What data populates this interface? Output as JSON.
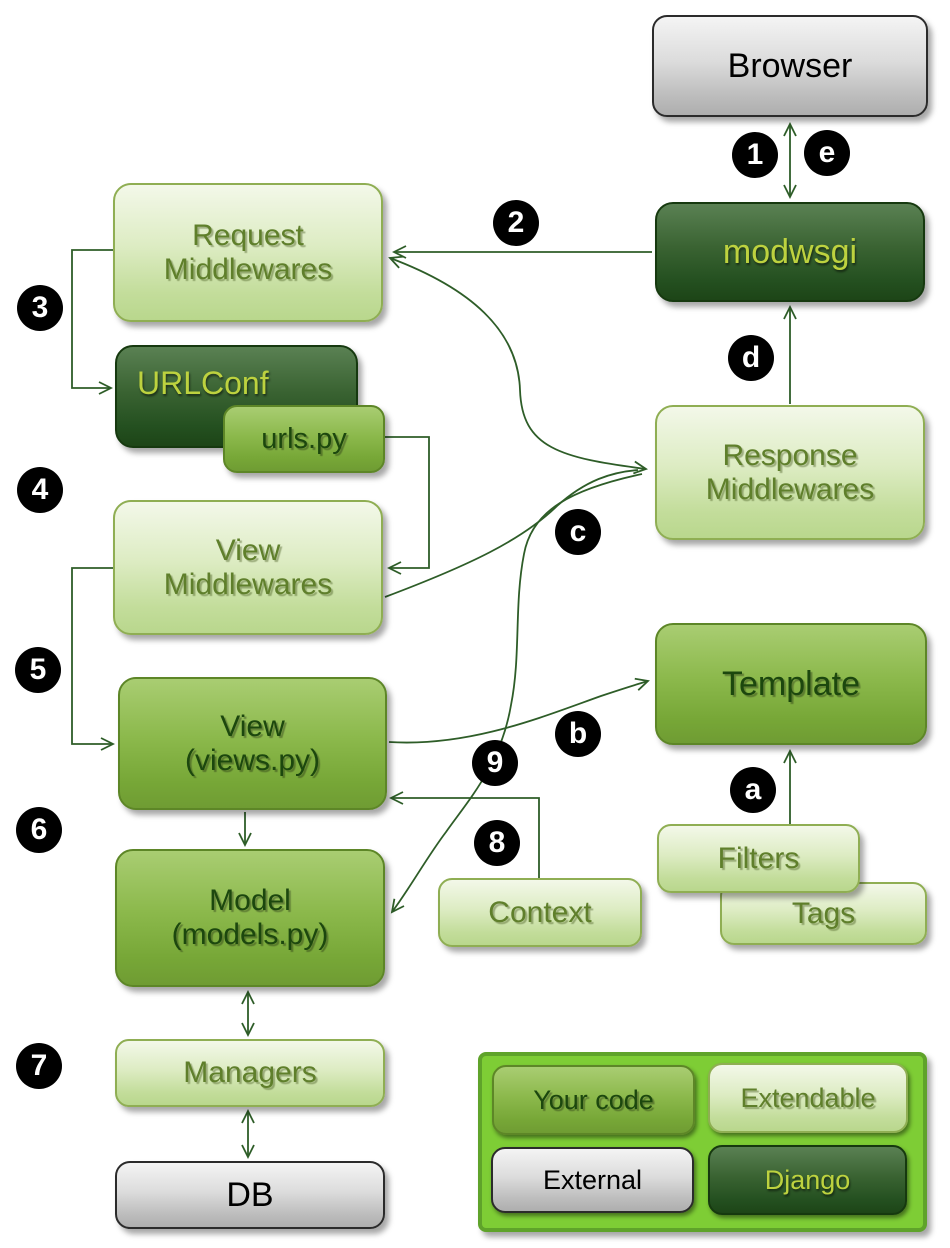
{
  "nodes": {
    "browser": {
      "label": "Browser",
      "type": "external"
    },
    "modwsgi": {
      "label": "modwsgi",
      "type": "django"
    },
    "request_middlewares": {
      "label": "Request\nMiddlewares",
      "type": "extendable"
    },
    "urlconf": {
      "label": "URLConf",
      "type": "django"
    },
    "urls_py": {
      "label": "urls.py",
      "type": "your-code"
    },
    "view_middlewares": {
      "label": "View\nMiddlewares",
      "type": "extendable"
    },
    "view": {
      "label": "View\n(views.py)",
      "type": "your-code"
    },
    "model": {
      "label": "Model\n(models.py)",
      "type": "your-code"
    },
    "managers": {
      "label": "Managers",
      "type": "extendable"
    },
    "db": {
      "label": "DB",
      "type": "external"
    },
    "response_middlewares": {
      "label": "Response\nMiddlewares",
      "type": "extendable"
    },
    "template": {
      "label": "Template",
      "type": "your-code"
    },
    "filters": {
      "label": "Filters",
      "type": "extendable"
    },
    "tags": {
      "label": "Tags",
      "type": "extendable"
    },
    "context": {
      "label": "Context",
      "type": "extendable"
    }
  },
  "markers": [
    {
      "label": "1"
    },
    {
      "label": "2"
    },
    {
      "label": "3"
    },
    {
      "label": "4"
    },
    {
      "label": "5"
    },
    {
      "label": "6"
    },
    {
      "label": "7"
    },
    {
      "label": "8"
    },
    {
      "label": "9"
    },
    {
      "label": "a"
    },
    {
      "label": "b"
    },
    {
      "label": "c"
    },
    {
      "label": "d"
    },
    {
      "label": "e"
    }
  ],
  "legend": {
    "items": [
      {
        "label": "Your code",
        "type": "your-code"
      },
      {
        "label": "Extendable",
        "type": "extendable"
      },
      {
        "label": "External",
        "type": "external"
      },
      {
        "label": "Django",
        "type": "django"
      }
    ]
  },
  "colors": {
    "line": "#2e5d28",
    "marker_bg": "#000000",
    "marker_text": "#ffffff",
    "light_box_border": "#8fae53",
    "medium_box_border": "#5d8627",
    "dark_box_border": "#16390f",
    "gray_box_border": "#2b2b2b",
    "legend_bg": "#7ecd35"
  }
}
